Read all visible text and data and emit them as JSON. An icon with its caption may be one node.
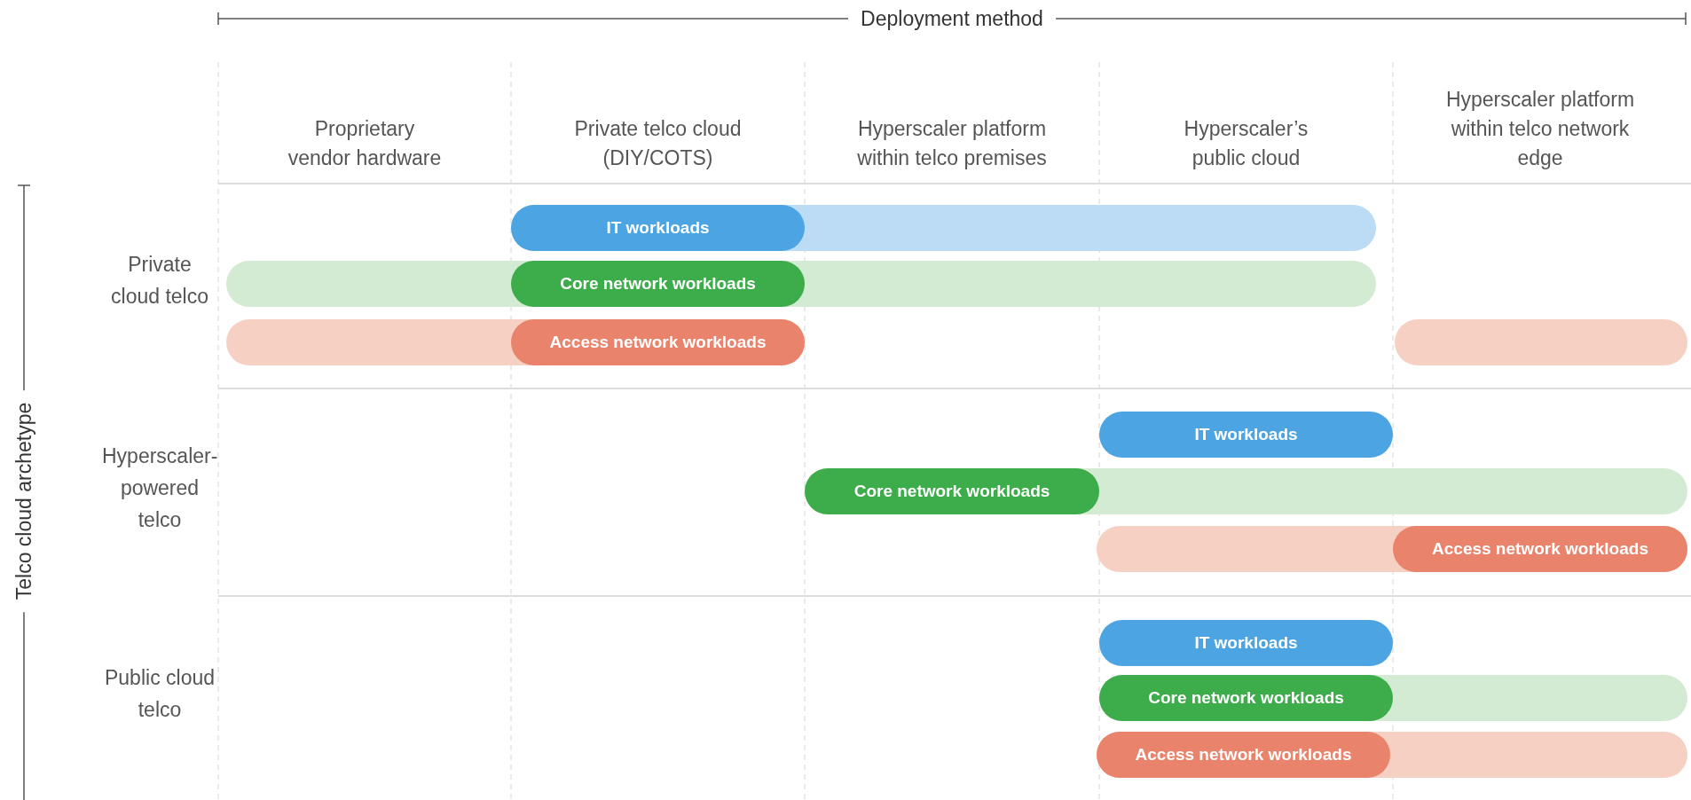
{
  "diagram": {
    "nodes": [
      {
        "text": [
          "Proprietary vendor hardware"
        ]
      },
      {
        "text": [
          "Private telco cloud (DIY/COTS)"
        ]
      },
      {
        "text": [
          "Hyperscaler platform within telco premises"
        ]
      },
      {
        "text": [
          "Hyperscaler’s public cloud"
        ]
      },
      {
        "text": [
          "Hyperscaler platform within telco network edge"
        ]
      },
      {
        "text": [
          "Private cloud telco"
        ]
      },
      {
        "text": [],
        "shape": "bar"
      },
      {
        "text": [
          "IT workloads"
        ],
        "in": 6
      },
      {
        "text": [],
        "shape": "bar"
      },
      {
        "text": [
          "Core network workloads"
        ],
        "in": 8
      },
      {
        "text": [],
        "shape": "bar"
      },
      {
        "text": [
          "Access network workloads"
        ],
        "in": 10
      },
      {
        "text": [],
        "shape": "bar"
      },
      {
        "text": [
          "Hyperscaler-powered telco"
        ]
      },
      {
        "text": [
          "IT workloads"
        ]
      },
      {
        "text": [],
        "shape": "bar"
      },
      {
        "text": [
          "Core network workloads"
        ],
        "in": 15
      },
      {
        "text": [],
        "shape": "bar"
      },
      {
        "text": [
          "Access network workloads"
        ],
        "in": 17
      },
      {
        "text": [
          "Public cloud telco"
        ]
      },
      {
        "text": [
          "IT workloads"
        ]
      },
      {
        "text": [],
        "shape": "bar"
      },
      {
        "text": [
          "Core network workloads"
        ],
        "in": 21
      },
      {
        "text": [],
        "shape": "bar"
      },
      {
        "text": [
          "Access network workloads"
        ],
        "in": 23
      }
    ],
    "edges": [],
    "labels": [
      "Deployment method",
      "Telco cloud archetype"
    ]
  }
}
